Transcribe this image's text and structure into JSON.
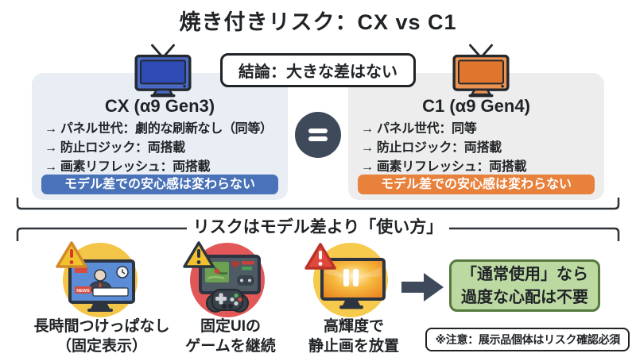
{
  "title": "焼き付きリスク：CX vs C1",
  "conclusion_badge": "結論：大きな差はない",
  "comparison": {
    "left": {
      "name": "CX (α9 Gen3)",
      "points": [
        "→ パネル世代：劇的な刷新なし（同等）",
        "→ 防止ロジック：両搭載",
        "→ 画素リフレッシュ：両搭載"
      ],
      "banner": "モデル差での安心感は変わらない"
    },
    "right": {
      "name": "C1 (α9 Gen4)",
      "points": [
        "→ パネル世代：同等",
        "→ 防止ロジック：両搭載",
        "→ 画素リフレッシュ：両搭載"
      ],
      "banner": "モデル差での安心感は変わらない"
    },
    "equals_symbol": "＝"
  },
  "section_title": "リスクはモデル差より「使い方」",
  "risks": [
    {
      "icon": "tv-news-burnin-icon",
      "screen_label": "NEWS",
      "line1": "長時間つけっぱなし",
      "line2": "（固定表示）"
    },
    {
      "icon": "game-fixed-ui-icon",
      "line1": "固定UIの",
      "line2": "ゲームを継続"
    },
    {
      "icon": "bright-static-image-icon",
      "line1": "高輝度で",
      "line2": "静止画を放置"
    }
  ],
  "result_box": {
    "line1": "「通常使用」なら",
    "line2": "過度な心配は不要"
  },
  "note": "※注意：展示品個体はリスク確認必須",
  "icons": {
    "equals-icon": "＝",
    "arrow-right-icon": "➡",
    "warning-triangle-icon": "⚠",
    "tv-icon": "📺"
  },
  "colors": {
    "left_box_bg": "#e9eef5",
    "right_box_bg": "#ededed",
    "left_banner": "#4a72b8",
    "right_banner": "#e8813c",
    "equals_circle": "#3e4a5a",
    "result_bg": "#bcd9a2",
    "result_border": "#55793c",
    "tv_left_frame": "#4b69c6",
    "tv_left_screen": "#2e4cb3",
    "tv_right_frame": "#ec9352",
    "tv_right_screen": "#e0762e",
    "circle_yellow": "#f3c64a",
    "circle_red": "#e25757",
    "warning_yellow": "#f2c12e",
    "warning_red": "#e2483c",
    "arrow": "#3e4a5c",
    "text": "#1f2326"
  }
}
